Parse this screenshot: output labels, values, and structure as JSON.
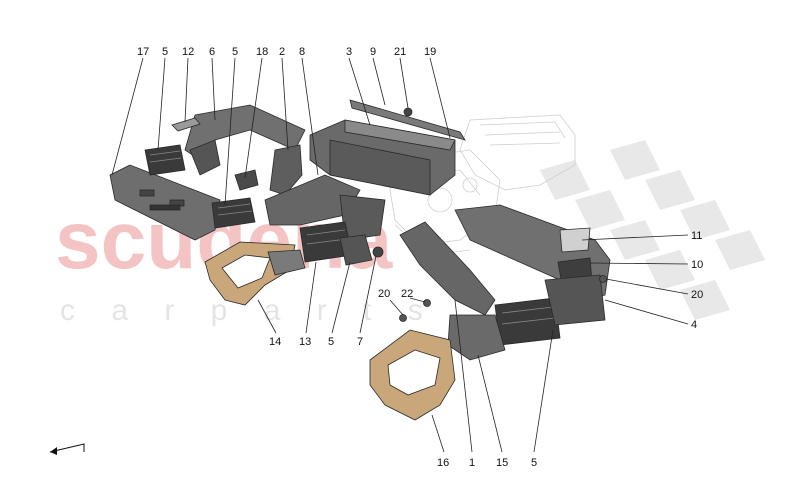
{
  "watermark": {
    "brand": "scuderia",
    "tagline": "c a r   p a r t s"
  },
  "colors": {
    "duct": "#6e6e6e",
    "duct_dark": "#4a4a4a",
    "duct_light": "#9a9a9a",
    "trim": "#c9a77a",
    "trim_dark": "#a9865a",
    "watermark_red": "#f2b8b8",
    "watermark_grey": "#e2e2e2",
    "outline": "#cfcfcf"
  },
  "callouts": [
    {
      "id": "c17a",
      "label": "17"
    },
    {
      "id": "c5a",
      "label": "5"
    },
    {
      "id": "c12",
      "label": "12"
    },
    {
      "id": "c6",
      "label": "6"
    },
    {
      "id": "c5b",
      "label": "5"
    },
    {
      "id": "c18",
      "label": "18"
    },
    {
      "id": "c2",
      "label": "2"
    },
    {
      "id": "c8",
      "label": "8"
    },
    {
      "id": "c3",
      "label": "3"
    },
    {
      "id": "c9",
      "label": "9"
    },
    {
      "id": "c21",
      "label": "21"
    },
    {
      "id": "c19",
      "label": "19"
    },
    {
      "id": "c11",
      "label": "11"
    },
    {
      "id": "c10",
      "label": "10"
    },
    {
      "id": "c20a",
      "label": "20"
    },
    {
      "id": "c4",
      "label": "4"
    },
    {
      "id": "c20b",
      "label": "20"
    },
    {
      "id": "c22",
      "label": "22"
    },
    {
      "id": "c14",
      "label": "14"
    },
    {
      "id": "c13",
      "label": "13"
    },
    {
      "id": "c5c",
      "label": "5"
    },
    {
      "id": "c7",
      "label": "7"
    },
    {
      "id": "c16",
      "label": "16"
    },
    {
      "id": "c1",
      "label": "1"
    },
    {
      "id": "c15",
      "label": "15"
    },
    {
      "id": "c5d",
      "label": "5"
    }
  ]
}
